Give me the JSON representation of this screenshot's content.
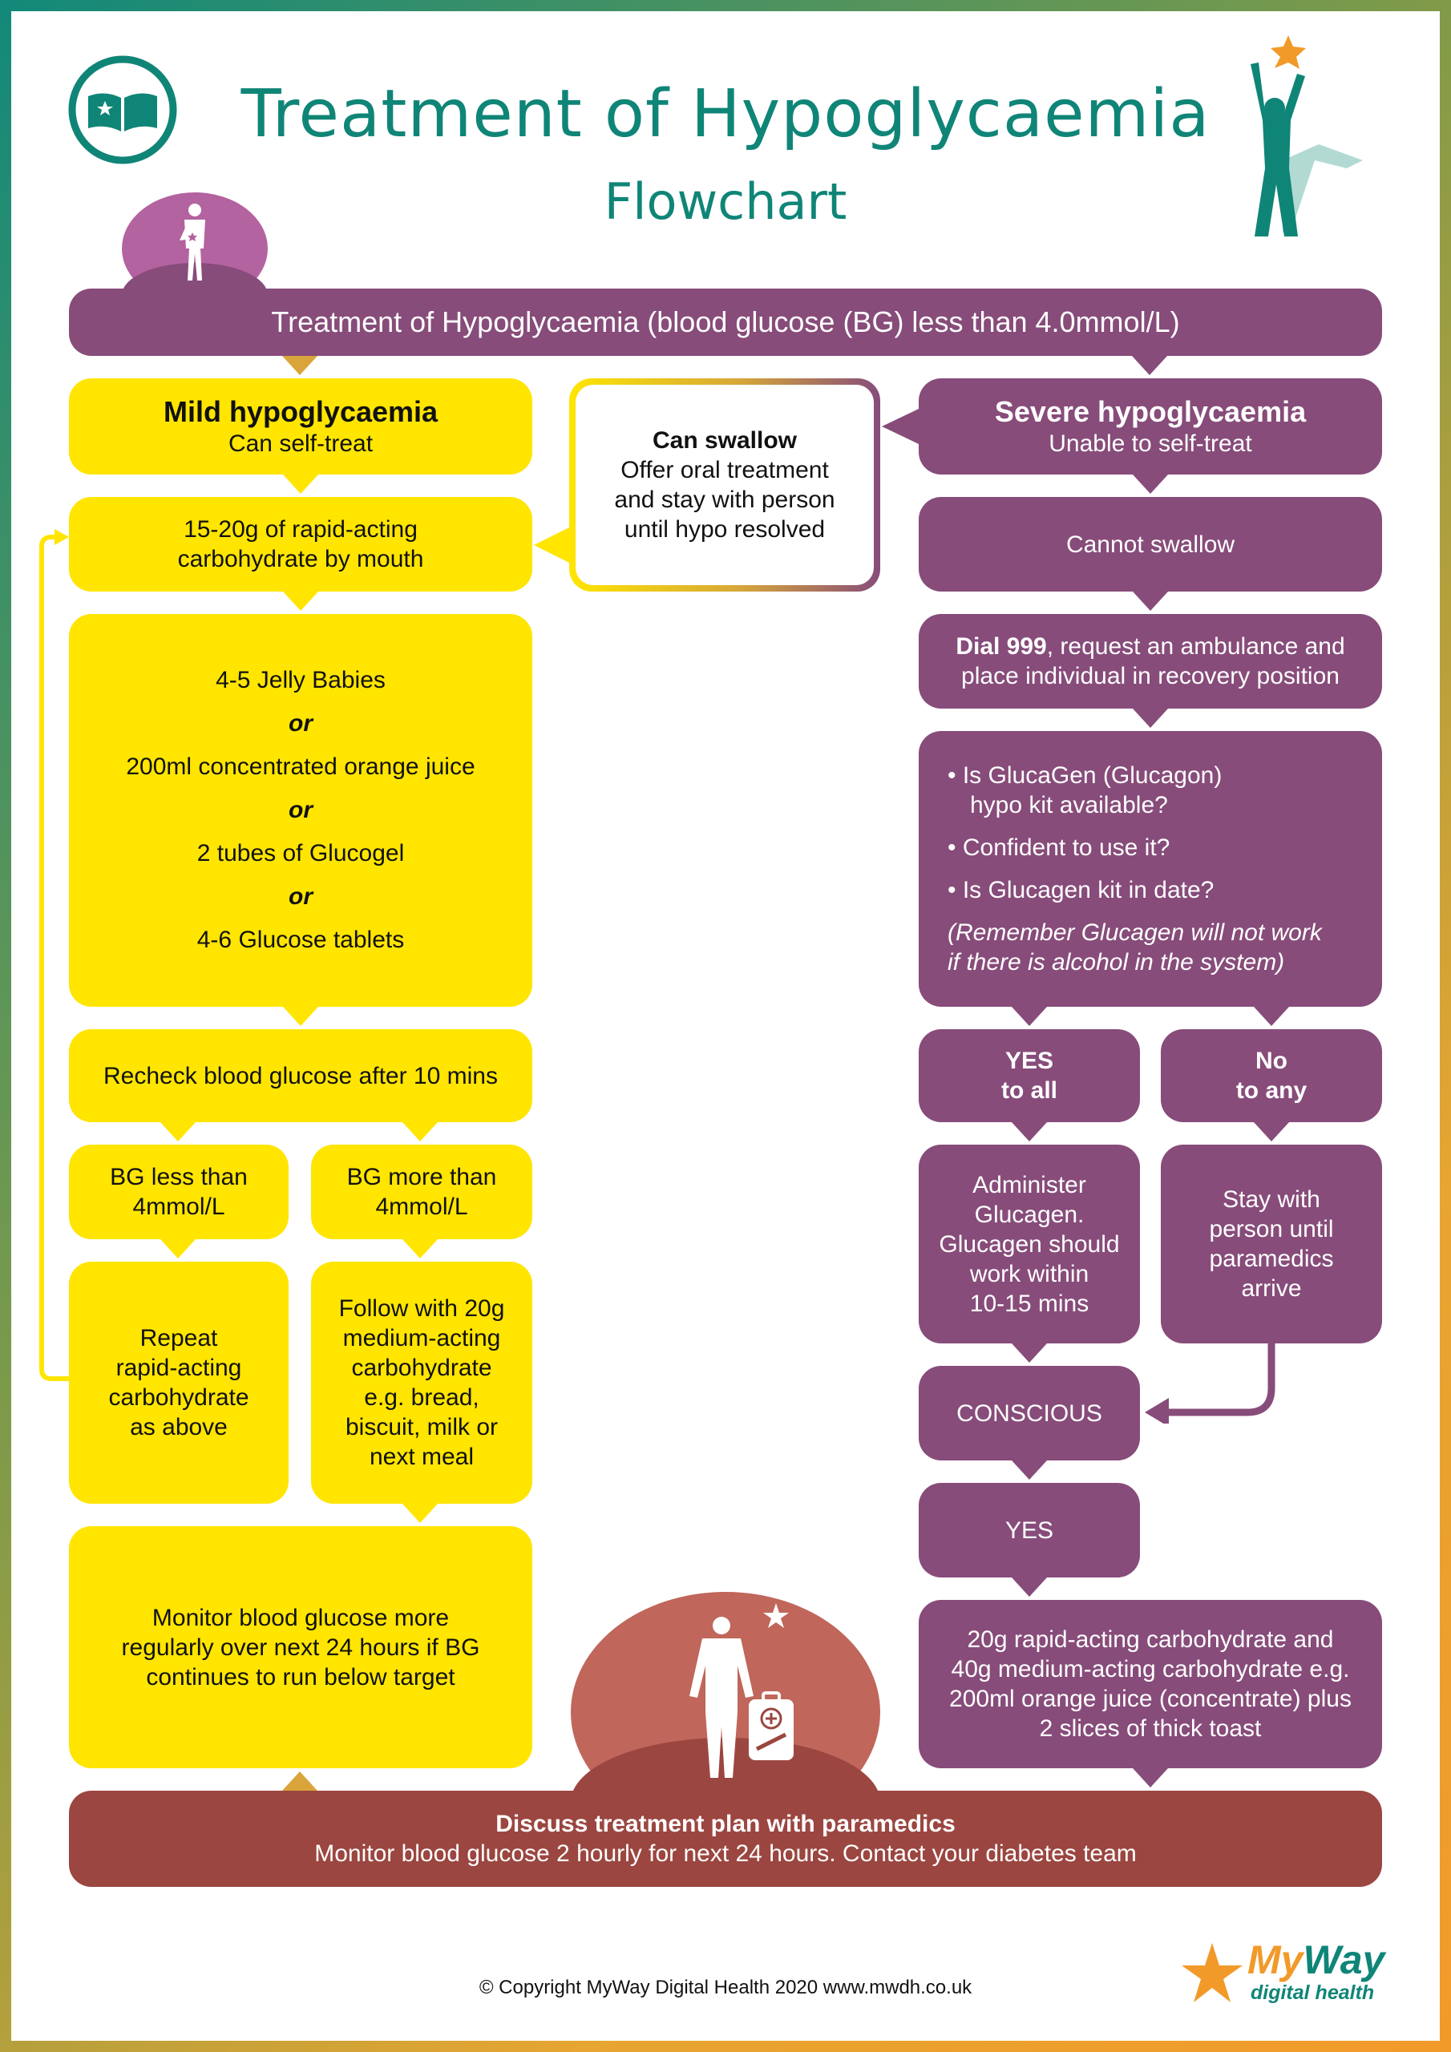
{
  "header": {
    "title": "Treatment of Hypoglycaemia",
    "subtitle": "Flowchart"
  },
  "banner": "Treatment of Hypoglycaemia (blood glucose (BG) less than 4.0mmol/L)",
  "mild": {
    "title": "Mild hypoglycaemia",
    "subtitle": "Can self-treat",
    "step1": [
      "15-20g of rapid-acting",
      "carbohydrate by mouth"
    ],
    "options": [
      "4-5 Jelly Babies",
      "or",
      "200ml concentrated orange juice",
      "or",
      "2 tubes of Glucogel",
      "or",
      "4-6 Glucose tablets"
    ],
    "recheck": "Recheck blood glucose after 10 mins",
    "bg_less": [
      "BG less than",
      "4mmol/L"
    ],
    "bg_more": [
      "BG more than",
      "4mmol/L"
    ],
    "repeat": [
      "Repeat",
      "rapid-acting",
      "carbohydrate",
      "as above"
    ],
    "follow": [
      "Follow with 20g",
      "medium-acting",
      "carbohydrate",
      "e.g. bread,",
      "biscuit, milk or",
      "next meal"
    ],
    "monitor": [
      "Monitor blood glucose more",
      "regularly over next 24 hours if BG",
      "continues to run below target"
    ]
  },
  "swallow": {
    "title": "Can swallow",
    "lines": [
      "Offer oral treatment",
      "and stay with person",
      "until hypo resolved"
    ]
  },
  "severe": {
    "title": "Severe hypoglycaemia",
    "subtitle": "Unable to self-treat",
    "cannot": "Cannot swallow",
    "dial_bold": "Dial 999",
    "dial_rest": ", request an ambulance and",
    "dial_line2": "place individual in recovery position",
    "q1a": "•  Is GlucaGen (Glucagon)",
    "q1b": "hypo kit available?",
    "q2": "• Confident to use it?",
    "q3": "• Is Glucagen kit in date?",
    "note1": "(Remember Glucagen will not work",
    "note2": "if there is alcohol in the system)",
    "yes_all": [
      "YES",
      "to all"
    ],
    "no_any": [
      "No",
      "to any"
    ],
    "administer": [
      "Administer",
      "Glucagen.",
      "Glucagen should",
      "work within",
      "10-15 mins"
    ],
    "stay": [
      "Stay with",
      "person until",
      "paramedics",
      "arrive"
    ],
    "conscious": "CONSCIOUS",
    "yes": "YES",
    "carbs": [
      "20g rapid-acting carbohydrate and",
      "40g medium-acting carbohydrate e.g.",
      "200ml orange juice (concentrate) plus",
      "2 slices of thick toast"
    ]
  },
  "footer_box": {
    "title": "Discuss treatment plan with paramedics",
    "line": "Monitor blood glucose 2 hourly for next 24 hours. Contact your diabetes team"
  },
  "copyright": "© Copyright MyWay Digital Health 2020 www.mwdh.co.uk",
  "logo": {
    "brand1": "My",
    "brand2": "Way",
    "tagline": "digital health"
  },
  "colors": {
    "teal": "#0f8577",
    "yellow": "#ffe500",
    "purple": "#874c7a",
    "red": "#9b4640",
    "orange": "#f19a2a"
  },
  "icons": [
    "book-logo-icon",
    "person-star-icon",
    "person-figure-icon",
    "person-first-aid-icon",
    "myway-star-icon"
  ]
}
